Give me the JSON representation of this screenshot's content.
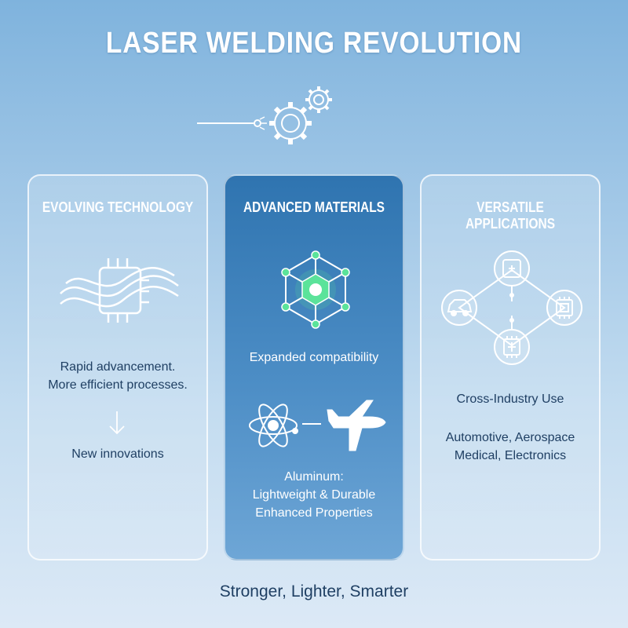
{
  "title": "LASER WELDING REVOLUTION",
  "hero_icon": "laser-gears-icon",
  "cards": [
    {
      "title": "EVOLVING TECHNOLOGY",
      "icon": "chip-wave-icon",
      "line1": "Rapid advancement.",
      "line2": "More efficient processes.",
      "arrow_icon": "arrow-down-icon",
      "footer": "New innovations"
    },
    {
      "title": "ADVANCED MATERIALS",
      "icon": "molecule-hexagon-icon",
      "subtitle": "Expanded compatibility",
      "icons": [
        "atom-icon",
        "airplane-icon"
      ],
      "line1": "Aluminum:",
      "line2": "Lightweight & Durable",
      "line3": "Enhanced Properties"
    },
    {
      "title": "VERSATILE APPLICATIONS",
      "icon": "industry-network-icon",
      "subtitle": "Cross-Industry Use",
      "line1": "Automotive, Aerospace",
      "line2": "Medical, Electronics"
    }
  ],
  "tagline": "Stronger, Lighter, Smarter",
  "colors": {
    "accent_green": "#5be39a",
    "dark_card": "#2f74b0",
    "text_dark": "#1f3f63"
  }
}
